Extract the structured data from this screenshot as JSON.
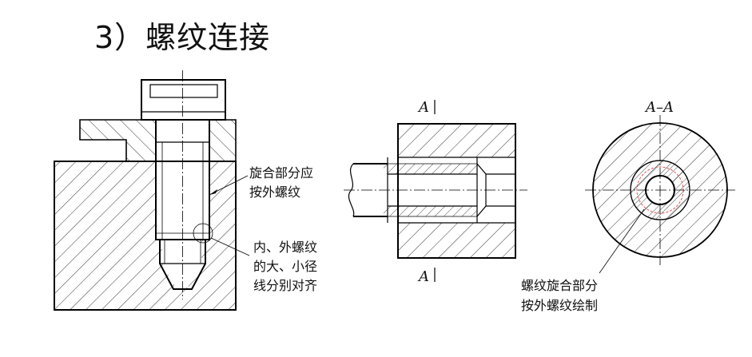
{
  "title": "3）螺纹连接",
  "annotations": {
    "left_1_line1": "旋合部分应",
    "left_1_line2": "按外螺纹",
    "left_2_line1": "内、外螺纹",
    "left_2_line2": "的大、小径",
    "left_2_line3": "线分别对齐",
    "right_line1": "螺纹旋合部分",
    "right_line2": "按外螺纹绘制"
  },
  "section": {
    "mark_top": "A",
    "mark_bottom": "A",
    "view_label": "A–A"
  },
  "colors": {
    "line": "#000000",
    "highlight": "#e05050"
  }
}
